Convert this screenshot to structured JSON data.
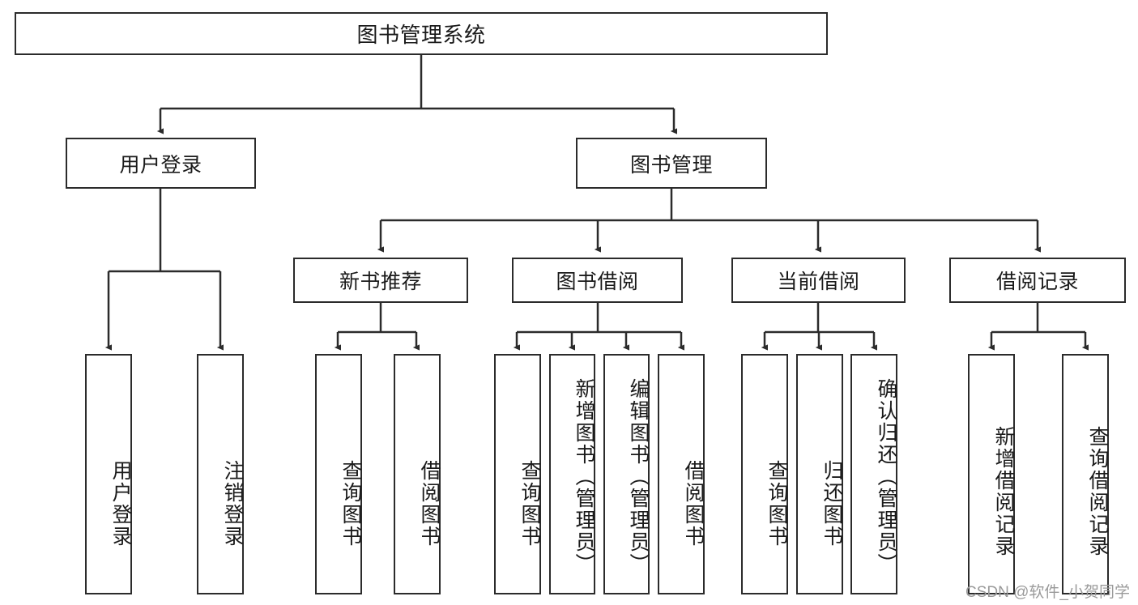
{
  "diagram": {
    "type": "tree-hierarchy-chart",
    "title": "图书管理系统",
    "watermark": "CSDN @软件_小贺同学",
    "colors": {
      "stroke": "#2b2b2b",
      "fill": "#ffffff",
      "text": "#1a1a1a",
      "watermark": "#9a9a9a"
    },
    "levels": {
      "root": {
        "label": "图书管理系统"
      },
      "level1": [
        {
          "id": "user-login",
          "label": "用户登录"
        },
        {
          "id": "book-management",
          "label": "图书管理"
        }
      ],
      "level2": [
        {
          "id": "new-book-recommend",
          "label": "新书推荐",
          "parent": "book-management"
        },
        {
          "id": "book-borrow",
          "label": "图书借阅",
          "parent": "book-management"
        },
        {
          "id": "current-borrow",
          "label": "当前借阅",
          "parent": "book-management"
        },
        {
          "id": "borrow-record",
          "label": "借阅记录",
          "parent": "book-management"
        }
      ],
      "leaves": [
        {
          "id": "leaf-user-login",
          "label": "用户登录",
          "parent": "user-login"
        },
        {
          "id": "leaf-logout-login",
          "label": "注销登录",
          "parent": "user-login"
        },
        {
          "id": "leaf-query-book-1",
          "label": "查询图书",
          "parent": "new-book-recommend"
        },
        {
          "id": "leaf-borrow-book-1",
          "label": "借阅图书",
          "parent": "new-book-recommend"
        },
        {
          "id": "leaf-query-book-2",
          "label": "查询图书",
          "parent": "book-borrow"
        },
        {
          "id": "leaf-add-book",
          "label": "新增图书（管理员）",
          "parent": "book-borrow"
        },
        {
          "id": "leaf-edit-book",
          "label": "编辑图书（管理员）",
          "parent": "book-borrow"
        },
        {
          "id": "leaf-borrow-book-2",
          "label": "借阅图书",
          "parent": "book-borrow"
        },
        {
          "id": "leaf-query-book-3",
          "label": "查询图书",
          "parent": "current-borrow"
        },
        {
          "id": "leaf-return-book",
          "label": "归还图书",
          "parent": "current-borrow"
        },
        {
          "id": "leaf-confirm-return",
          "label": "确认归还（管理员）",
          "parent": "current-borrow"
        },
        {
          "id": "leaf-add-record",
          "label": "新增借阅记录",
          "parent": "borrow-record"
        },
        {
          "id": "leaf-query-record",
          "label": "查询借阅记录",
          "parent": "borrow-record"
        }
      ]
    }
  }
}
